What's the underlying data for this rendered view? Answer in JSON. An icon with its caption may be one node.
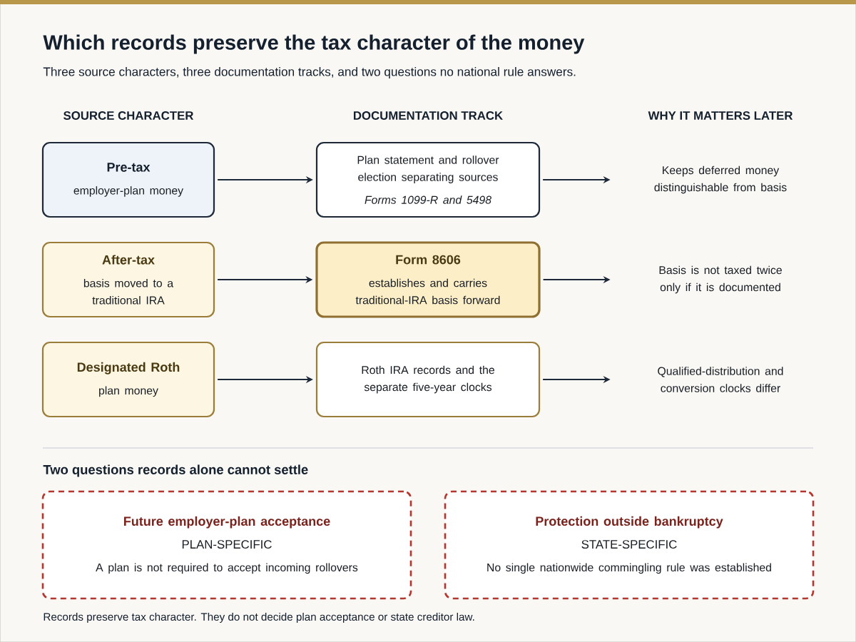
{
  "diagram": {
    "title": "Which records preserve the tax character of the money",
    "nodes": [
      {
        "text": [
          "Pre-tax",
          "employer-plan money"
        ]
      },
      {
        "text": [
          "Plan statement and rollover election separating sources",
          "Forms 1099-R and 5498"
        ]
      },
      {
        "text": [
          "Keeps deferred money distinguishable from basis"
        ]
      },
      {
        "text": [
          "After-tax",
          "basis moved to a traditional IRA"
        ]
      },
      {
        "text": [
          "Form 8606",
          "establishes and carries traditional-IRA basis forward"
        ]
      },
      {
        "text": [
          "Basis is not taxed twice only if it is documented"
        ]
      },
      {
        "text": [
          "Designated Roth",
          "plan money"
        ]
      },
      {
        "text": [
          "Roth IRA records and the separate five-year clocks"
        ]
      },
      {
        "text": [
          "Qualified-distribution and conversion clocks differ"
        ]
      },
      {
        "text": [
          "Future employer-plan acceptance",
          "PLAN-SPECIFIC",
          "A plan is not required to accept incoming rollovers"
        ]
      },
      {
        "text": [
          "Protection outside bankruptcy",
          "STATE-SPECIFIC",
          "No single nationwide commingling rule was established"
        ]
      }
    ],
    "edges": [
      {
        "from": 0,
        "to": 1,
        "arrow": "to"
      },
      {
        "from": 1,
        "to": 2,
        "arrow": "to"
      },
      {
        "from": 3,
        "to": 4,
        "arrow": "to"
      },
      {
        "from": 4,
        "to": 5,
        "arrow": "to"
      },
      {
        "from": 6,
        "to": 7,
        "arrow": "to"
      },
      {
        "from": 7,
        "to": 8,
        "arrow": "to"
      }
    ],
    "labels": [
      "Three source characters, three documentation tracks, and two questions no national rule answers.",
      "SOURCE CHARACTER",
      "DOCUMENTATION TRACK",
      "WHY IT MATTERS LATER",
      "Two questions records alone cannot settle",
      "Records preserve tax character. They do not decide plan acceptance or state creditor law."
    ]
  }
}
